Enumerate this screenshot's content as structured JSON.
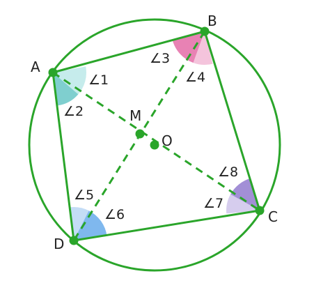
{
  "colors": {
    "line": "#2aa52a",
    "angle_1_2": "#7fcfcf",
    "angle_1_2_light": "#c6ecec",
    "angle_3_4": "#e882b4",
    "angle_3_4_light": "#f4c4dc",
    "angle_5_6": "#7fb8ee",
    "angle_5_6_light": "#c4ddf6",
    "angle_7_8": "#a28fd6",
    "angle_7_8_light": "#d6cdee",
    "text": "#222222"
  },
  "points": {
    "A": "A",
    "B": "B",
    "C": "C",
    "D": "D",
    "M": "M",
    "O": "O"
  },
  "angles": {
    "a1": "∠1",
    "a2": "∠2",
    "a3": "∠3",
    "a4": "∠4",
    "a5": "∠5",
    "a6": "∠6",
    "a7": "∠7",
    "a8": "∠8"
  }
}
